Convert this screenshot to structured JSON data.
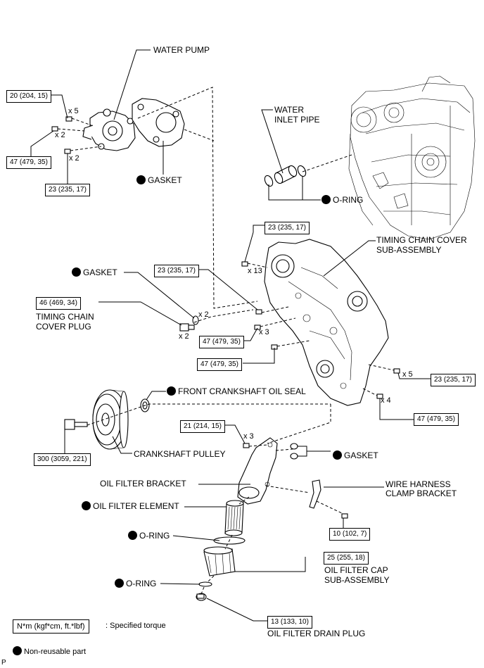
{
  "labels": {
    "water_pump": "WATER PUMP",
    "water_inlet_pipe_1": "WATER",
    "water_inlet_pipe_2": "INLET PIPE",
    "gasket": "GASKET",
    "o_ring": "O-RING",
    "timing_chain_cover_1": "TIMING CHAIN COVER",
    "timing_chain_cover_2": "SUB-ASSEMBLY",
    "timing_chain_cover_plug_1": "TIMING CHAIN",
    "timing_chain_cover_plug_2": "COVER PLUG",
    "front_crankshaft_oil_seal": "FRONT CRANKSHAFT OIL SEAL",
    "crankshaft_pulley": "CRANKSHAFT PULLEY",
    "oil_filter_bracket": "OIL FILTER BRACKET",
    "oil_filter_element": "OIL FILTER ELEMENT",
    "wire_harness_1": "WIRE HARNESS",
    "wire_harness_2": "CLAMP BRACKET",
    "oil_filter_cap_1": "OIL FILTER CAP",
    "oil_filter_cap_2": "SUB-ASSEMBLY",
    "oil_filter_drain_plug": "OIL FILTER DRAIN PLUG"
  },
  "torques": {
    "t_20_204_15": "20 (204, 15)",
    "t_47_479_35": "47 (479, 35)",
    "t_23_235_17": "23 (235, 17)",
    "t_46_469_34": "46 (469, 34)",
    "t_21_214_15": "21 (214, 15)",
    "t_300_3059_221": "300 (3059, 221)",
    "t_10_102_7": "10 (102, 7)",
    "t_25_255_18": "25 (255, 18)",
    "t_13_133_10": "13 (133, 10)"
  },
  "quantities": {
    "x2": "x 2",
    "x3": "x 3",
    "x4": "x 4",
    "x5": "x 5",
    "x13": "x 13"
  },
  "legend": {
    "torque_unit": "N*m (kgf*cm, ft.*lbf)",
    "torque_desc": ": Specified torque",
    "nonreusable_desc": "Non-reusable part"
  },
  "corner_mark": "P"
}
